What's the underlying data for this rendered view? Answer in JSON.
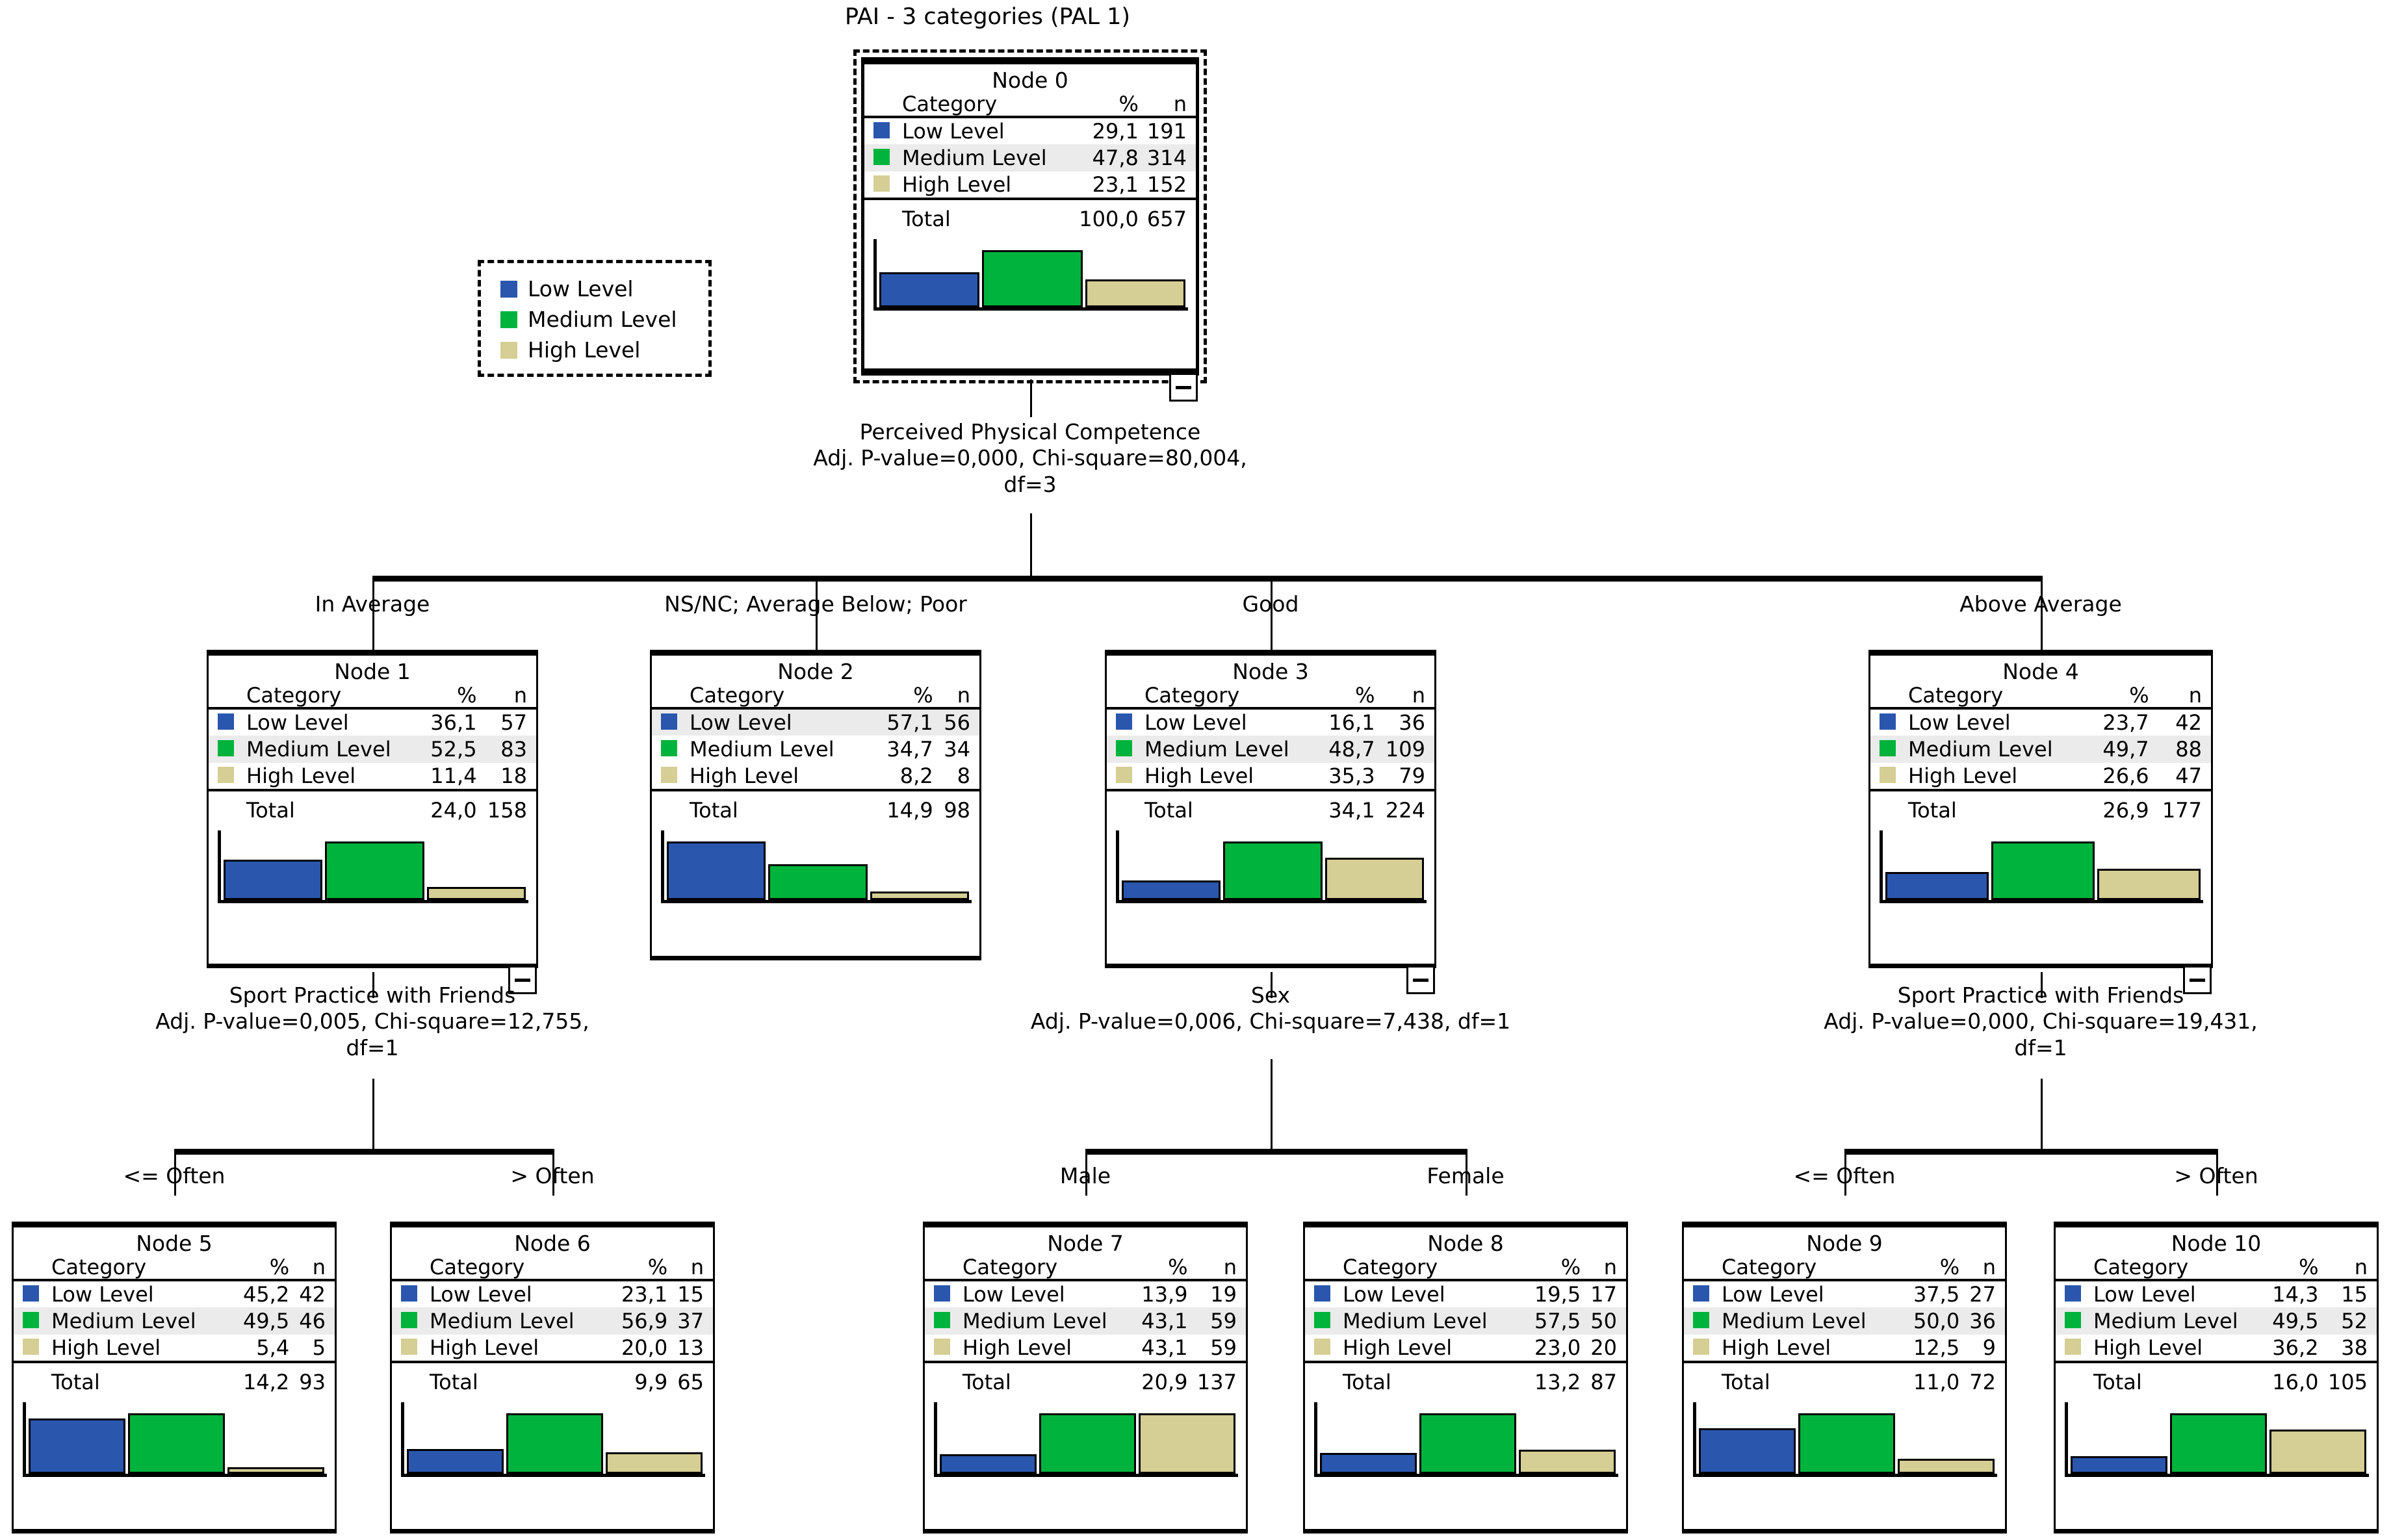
{
  "title": "PAI - 3 categories (PAL 1)",
  "colors": {
    "low": "#2B56AE",
    "medium": "#00B33C",
    "high": "#D5CE95",
    "highlight_row_bg": "#EBEBEB",
    "line": "#000000"
  },
  "legend": {
    "items": [
      {
        "label": "Low Level",
        "color": "#2B56AE"
      },
      {
        "label": "Medium Level",
        "color": "#00B33C"
      },
      {
        "label": "High Level",
        "color": "#D5CE95"
      }
    ]
  },
  "table_headers": {
    "category": "Category",
    "pct": "%",
    "n": "n",
    "total": "Total"
  },
  "collapse_button_glyph": "minus-icon",
  "splits": [
    {
      "id": "split-root",
      "variable": "Perceived Physical Competence",
      "stats": "Adj. P-value=0,000, Chi-square=80,004,\ndf=3",
      "parent": "node0",
      "children": [
        "node1",
        "node2",
        "node3",
        "node4"
      ]
    },
    {
      "id": "split-node1",
      "variable": "Sport Practice with Friends",
      "stats": "Adj. P-value=0,005, Chi-square=12,755,\ndf=1",
      "parent": "node1",
      "children": [
        "node5",
        "node6"
      ]
    },
    {
      "id": "split-node3",
      "variable": "Sex",
      "stats": "Adj. P-value=0,006, Chi-square=7,438, df=1",
      "parent": "node3",
      "children": [
        "node7",
        "node8"
      ]
    },
    {
      "id": "split-node4",
      "variable": "Sport Practice with Friends",
      "stats": "Adj. P-value=0,000, Chi-square=19,431,\ndf=1",
      "parent": "node4",
      "children": [
        "node9",
        "node10"
      ]
    }
  ],
  "branch_labels": [
    {
      "id": "branch-node1",
      "text": "In Average"
    },
    {
      "id": "branch-node2",
      "text": "NS/NC; Average Below; Poor"
    },
    {
      "id": "branch-node3",
      "text": "Good"
    },
    {
      "id": "branch-node4",
      "text": "Above Average"
    },
    {
      "id": "branch-node5",
      "text": "<= Often"
    },
    {
      "id": "branch-node6",
      "text": "> Often"
    },
    {
      "id": "branch-node7",
      "text": "Male"
    },
    {
      "id": "branch-node8",
      "text": "Female"
    },
    {
      "id": "branch-node9",
      "text": "<= Often"
    },
    {
      "id": "branch-node10",
      "text": "> Often"
    }
  ],
  "nodes": {
    "node0": {
      "title": "Node 0",
      "rows": [
        {
          "label": "Low Level",
          "pct": "29,1",
          "n": "191",
          "color": "#2B56AE",
          "bar": 29.1,
          "highlight": false
        },
        {
          "label": "Medium Level",
          "pct": "47,8",
          "n": "314",
          "color": "#00B33C",
          "bar": 47.8,
          "highlight": true
        },
        {
          "label": "High Level",
          "pct": "23,1",
          "n": "152",
          "color": "#D5CE95",
          "bar": 23.1,
          "highlight": false
        }
      ],
      "total_pct": "100,0",
      "total_n": "657",
      "has_collapse": true
    },
    "node1": {
      "title": "Node 1",
      "rows": [
        {
          "label": "Low Level",
          "pct": "36,1",
          "n": "57",
          "color": "#2B56AE",
          "bar": 36.1,
          "highlight": false
        },
        {
          "label": "Medium Level",
          "pct": "52,5",
          "n": "83",
          "color": "#00B33C",
          "bar": 52.5,
          "highlight": true
        },
        {
          "label": "High Level",
          "pct": "11,4",
          "n": "18",
          "color": "#D5CE95",
          "bar": 11.4,
          "highlight": false
        }
      ],
      "total_pct": "24,0",
      "total_n": "158",
      "has_collapse": true
    },
    "node2": {
      "title": "Node 2",
      "rows": [
        {
          "label": "Low Level",
          "pct": "57,1",
          "n": "56",
          "color": "#2B56AE",
          "bar": 57.1,
          "highlight": true
        },
        {
          "label": "Medium Level",
          "pct": "34,7",
          "n": "34",
          "color": "#00B33C",
          "bar": 34.7,
          "highlight": false
        },
        {
          "label": "High Level",
          "pct": "8,2",
          "n": "8",
          "color": "#D5CE95",
          "bar": 8.2,
          "highlight": false
        }
      ],
      "total_pct": "14,9",
      "total_n": "98",
      "has_collapse": false
    },
    "node3": {
      "title": "Node 3",
      "rows": [
        {
          "label": "Low Level",
          "pct": "16,1",
          "n": "36",
          "color": "#2B56AE",
          "bar": 16.1,
          "highlight": false
        },
        {
          "label": "Medium Level",
          "pct": "48,7",
          "n": "109",
          "color": "#00B33C",
          "bar": 48.7,
          "highlight": true
        },
        {
          "label": "High Level",
          "pct": "35,3",
          "n": "79",
          "color": "#D5CE95",
          "bar": 35.3,
          "highlight": false
        }
      ],
      "total_pct": "34,1",
      "total_n": "224",
      "has_collapse": true
    },
    "node4": {
      "title": "Node 4",
      "rows": [
        {
          "label": "Low Level",
          "pct": "23,7",
          "n": "42",
          "color": "#2B56AE",
          "bar": 23.7,
          "highlight": false
        },
        {
          "label": "Medium Level",
          "pct": "49,7",
          "n": "88",
          "color": "#00B33C",
          "bar": 49.7,
          "highlight": true
        },
        {
          "label": "High Level",
          "pct": "26,6",
          "n": "47",
          "color": "#D5CE95",
          "bar": 26.6,
          "highlight": false
        }
      ],
      "total_pct": "26,9",
      "total_n": "177",
      "has_collapse": true
    },
    "node5": {
      "title": "Node 5",
      "rows": [
        {
          "label": "Low Level",
          "pct": "45,2",
          "n": "42",
          "color": "#2B56AE",
          "bar": 45.2,
          "highlight": false
        },
        {
          "label": "Medium Level",
          "pct": "49,5",
          "n": "46",
          "color": "#00B33C",
          "bar": 49.5,
          "highlight": true
        },
        {
          "label": "High Level",
          "pct": "5,4",
          "n": "5",
          "color": "#D5CE95",
          "bar": 5.4,
          "highlight": false
        }
      ],
      "total_pct": "14,2",
      "total_n": "93",
      "has_collapse": false
    },
    "node6": {
      "title": "Node 6",
      "rows": [
        {
          "label": "Low Level",
          "pct": "23,1",
          "n": "15",
          "color": "#2B56AE",
          "bar": 23.1,
          "highlight": false
        },
        {
          "label": "Medium Level",
          "pct": "56,9",
          "n": "37",
          "color": "#00B33C",
          "bar": 56.9,
          "highlight": true
        },
        {
          "label": "High Level",
          "pct": "20,0",
          "n": "13",
          "color": "#D5CE95",
          "bar": 20.0,
          "highlight": false
        }
      ],
      "total_pct": "9,9",
      "total_n": "65",
      "has_collapse": false
    },
    "node7": {
      "title": "Node 7",
      "rows": [
        {
          "label": "Low Level",
          "pct": "13,9",
          "n": "19",
          "color": "#2B56AE",
          "bar": 13.9,
          "highlight": false
        },
        {
          "label": "Medium Level",
          "pct": "43,1",
          "n": "59",
          "color": "#00B33C",
          "bar": 43.1,
          "highlight": true
        },
        {
          "label": "High Level",
          "pct": "43,1",
          "n": "59",
          "color": "#D5CE95",
          "bar": 43.1,
          "highlight": false
        }
      ],
      "total_pct": "20,9",
      "total_n": "137",
      "has_collapse": false
    },
    "node8": {
      "title": "Node 8",
      "rows": [
        {
          "label": "Low Level",
          "pct": "19,5",
          "n": "17",
          "color": "#2B56AE",
          "bar": 19.5,
          "highlight": false
        },
        {
          "label": "Medium Level",
          "pct": "57,5",
          "n": "50",
          "color": "#00B33C",
          "bar": 57.5,
          "highlight": true
        },
        {
          "label": "High Level",
          "pct": "23,0",
          "n": "20",
          "color": "#D5CE95",
          "bar": 23.0,
          "highlight": false
        }
      ],
      "total_pct": "13,2",
      "total_n": "87",
      "has_collapse": false
    },
    "node9": {
      "title": "Node 9",
      "rows": [
        {
          "label": "Low Level",
          "pct": "37,5",
          "n": "27",
          "color": "#2B56AE",
          "bar": 37.5,
          "highlight": false
        },
        {
          "label": "Medium Level",
          "pct": "50,0",
          "n": "36",
          "color": "#00B33C",
          "bar": 50.0,
          "highlight": true
        },
        {
          "label": "High Level",
          "pct": "12,5",
          "n": "9",
          "color": "#D5CE95",
          "bar": 12.5,
          "highlight": false
        }
      ],
      "total_pct": "11,0",
      "total_n": "72",
      "has_collapse": false
    },
    "node10": {
      "title": "Node 10",
      "rows": [
        {
          "label": "Low Level",
          "pct": "14,3",
          "n": "15",
          "color": "#2B56AE",
          "bar": 14.3,
          "highlight": false
        },
        {
          "label": "Medium Level",
          "pct": "49,5",
          "n": "52",
          "color": "#00B33C",
          "bar": 49.5,
          "highlight": true
        },
        {
          "label": "High Level",
          "pct": "36,2",
          "n": "38",
          "color": "#D5CE95",
          "bar": 36.2,
          "highlight": false
        }
      ],
      "total_pct": "16,0",
      "total_n": "105",
      "has_collapse": false
    }
  },
  "chart_data": {
    "type": "table",
    "title": "PAI - 3 categories (PAL 1)",
    "categories": [
      "Low Level",
      "Medium Level",
      "High Level"
    ],
    "tree": [
      {
        "node": "Node 0",
        "values": [
          29.1,
          47.8,
          23.1
        ],
        "counts": [
          191,
          314,
          152
        ],
        "total_pct": 100.0,
        "total_n": 657,
        "parent": null,
        "branch": null
      },
      {
        "node": "Node 1",
        "values": [
          36.1,
          52.5,
          11.4
        ],
        "counts": [
          57,
          83,
          18
        ],
        "total_pct": 24.0,
        "total_n": 158,
        "parent": "Node 0",
        "branch": "In Average"
      },
      {
        "node": "Node 2",
        "values": [
          57.1,
          34.7,
          8.2
        ],
        "counts": [
          56,
          34,
          8
        ],
        "total_pct": 14.9,
        "total_n": 98,
        "parent": "Node 0",
        "branch": "NS/NC; Average Below; Poor"
      },
      {
        "node": "Node 3",
        "values": [
          16.1,
          48.7,
          35.3
        ],
        "counts": [
          36,
          109,
          79
        ],
        "total_pct": 34.1,
        "total_n": 224,
        "parent": "Node 0",
        "branch": "Good"
      },
      {
        "node": "Node 4",
        "values": [
          23.7,
          49.7,
          26.6
        ],
        "counts": [
          42,
          88,
          47
        ],
        "total_pct": 26.9,
        "total_n": 177,
        "parent": "Node 0",
        "branch": "Above Average"
      },
      {
        "node": "Node 5",
        "values": [
          45.2,
          49.5,
          5.4
        ],
        "counts": [
          42,
          46,
          5
        ],
        "total_pct": 14.2,
        "total_n": 93,
        "parent": "Node 1",
        "branch": "<= Often"
      },
      {
        "node": "Node 6",
        "values": [
          23.1,
          56.9,
          20.0
        ],
        "counts": [
          15,
          37,
          13
        ],
        "total_pct": 9.9,
        "total_n": 65,
        "parent": "Node 1",
        "branch": "> Often"
      },
      {
        "node": "Node 7",
        "values": [
          13.9,
          43.1,
          43.1
        ],
        "counts": [
          19,
          59,
          59
        ],
        "total_pct": 20.9,
        "total_n": 137,
        "parent": "Node 3",
        "branch": "Male"
      },
      {
        "node": "Node 8",
        "values": [
          19.5,
          57.5,
          23.0
        ],
        "counts": [
          17,
          50,
          20
        ],
        "total_pct": 13.2,
        "total_n": 87,
        "parent": "Node 3",
        "branch": "Female"
      },
      {
        "node": "Node 9",
        "values": [
          37.5,
          50.0,
          12.5
        ],
        "counts": [
          27,
          36,
          9
        ],
        "total_pct": 11.0,
        "total_n": 72,
        "parent": "Node 4",
        "branch": "<= Often"
      },
      {
        "node": "Node 10",
        "values": [
          14.3,
          49.5,
          36.2
        ],
        "counts": [
          15,
          52,
          38
        ],
        "total_pct": 16.0,
        "total_n": 105,
        "parent": "Node 4",
        "branch": "> Often"
      }
    ],
    "splits": [
      {
        "parent": "Node 0",
        "variable": "Perceived Physical Competence",
        "adj_p_value": "0,000",
        "chi_square": "80,004",
        "df": 3
      },
      {
        "parent": "Node 1",
        "variable": "Sport Practice with Friends",
        "adj_p_value": "0,005",
        "chi_square": "12,755",
        "df": 1
      },
      {
        "parent": "Node 3",
        "variable": "Sex",
        "adj_p_value": "0,006",
        "chi_square": "7,438",
        "df": 1
      },
      {
        "parent": "Node 4",
        "variable": "Sport Practice with Friends",
        "adj_p_value": "0,000",
        "chi_square": "19,431",
        "df": 1
      }
    ],
    "ylabel": "",
    "xlabel": "",
    "grid": false,
    "legend_position": "left"
  }
}
